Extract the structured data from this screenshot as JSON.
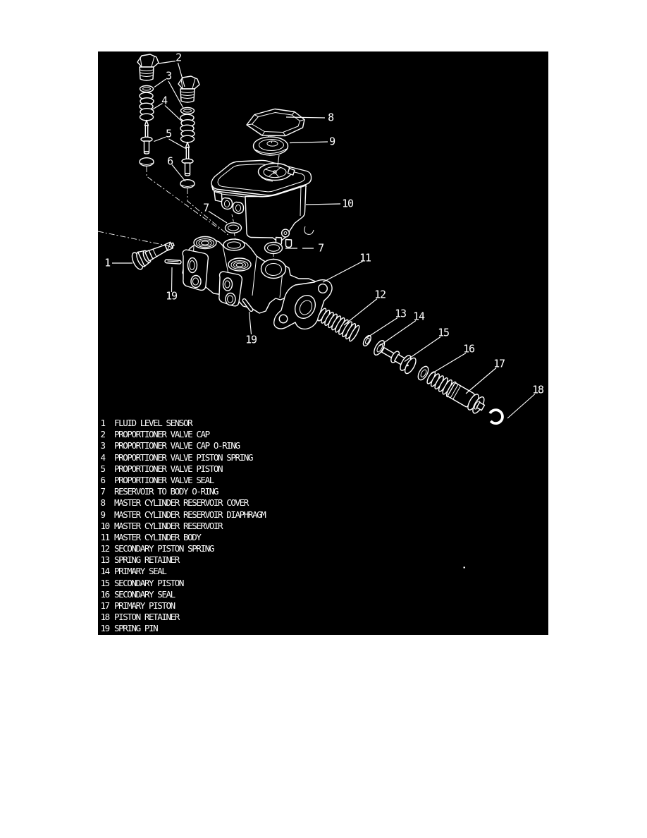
{
  "diagram": {
    "type": "exploded-parts-diagram",
    "background_color": "#000000",
    "line_color": "#ffffff",
    "part_count": 19
  },
  "callouts": [
    {
      "label": "1"
    },
    {
      "label": "2"
    },
    {
      "label": "3"
    },
    {
      "label": "4"
    },
    {
      "label": "5"
    },
    {
      "label": "6"
    },
    {
      "label": "7"
    },
    {
      "label": "7"
    },
    {
      "label": "8"
    },
    {
      "label": "9"
    },
    {
      "label": "10"
    },
    {
      "label": "11"
    },
    {
      "label": "12"
    },
    {
      "label": "13"
    },
    {
      "label": "14"
    },
    {
      "label": "15"
    },
    {
      "label": "16"
    },
    {
      "label": "17"
    },
    {
      "label": "18"
    },
    {
      "label": "19"
    },
    {
      "label": "19"
    }
  ],
  "legend": {
    "items": [
      {
        "num": "1",
        "name": "FLUID LEVEL SENSOR"
      },
      {
        "num": "2",
        "name": "PROPORTIONER VALVE CAP"
      },
      {
        "num": "3",
        "name": "PROPORTIONER VALVE CAP O-RING"
      },
      {
        "num": "4",
        "name": "PROPORTIONER VALVE PISTON SPRING"
      },
      {
        "num": "5",
        "name": "PROPORTIONER VALVE PISTON"
      },
      {
        "num": "6",
        "name": "PROPORTIONER VALVE SEAL"
      },
      {
        "num": "7",
        "name": "RESERVOIR TO BODY O-RING"
      },
      {
        "num": "8",
        "name": "MASTER CYLINDER RESERVOIR COVER"
      },
      {
        "num": "9",
        "name": "MASTER CYLINDER RESERVOIR DIAPHRAGM"
      },
      {
        "num": "10",
        "name": "MASTER CYLINDER RESERVOIR"
      },
      {
        "num": "11",
        "name": "MASTER CYLINDER BODY"
      },
      {
        "num": "12",
        "name": "SECONDARY PISTON SPRING"
      },
      {
        "num": "13",
        "name": "SPRING RETAINER"
      },
      {
        "num": "14",
        "name": "PRIMARY SEAL"
      },
      {
        "num": "15",
        "name": "SECONDARY PISTON"
      },
      {
        "num": "16",
        "name": "SECONDARY SEAL"
      },
      {
        "num": "17",
        "name": "PRIMARY PISTON"
      },
      {
        "num": "18",
        "name": "PISTON RETAINER"
      },
      {
        "num": "19",
        "name": "SPRING PIN"
      }
    ]
  }
}
